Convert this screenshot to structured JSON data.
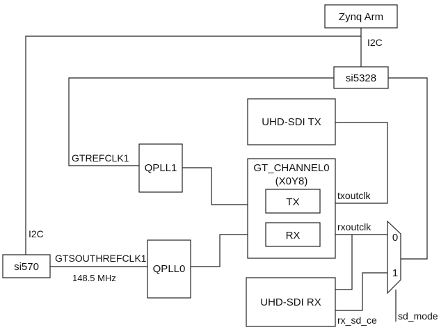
{
  "blocks": {
    "zynq_arm": "Zynq Arm",
    "si5328": "si5328",
    "uhd_sdi_tx": "UHD-SDI TX",
    "qpll1": "QPLL1",
    "gt_channel_line1": "GT_CHANNEL0",
    "gt_channel_line2": "(X0Y8)",
    "tx": "TX",
    "rx": "RX",
    "si570": "si570",
    "qpll0": "QPLL0",
    "uhd_sdi_rx": "UHD-SDI RX"
  },
  "mux": {
    "input0": "0",
    "input1": "1"
  },
  "signals": {
    "i2c_top": "I2C",
    "i2c_left": "I2C",
    "gtrefclk1": "GTREFCLK1",
    "gtsouthrefclk1": "GTSOUTHREFCLK1",
    "freq": "148.5 MHz",
    "txoutclk": "txoutclk",
    "rxoutclk": "rxoutclk",
    "rx_sd_ce": "rx_sd_ce",
    "sd_mode": "sd_mode"
  }
}
